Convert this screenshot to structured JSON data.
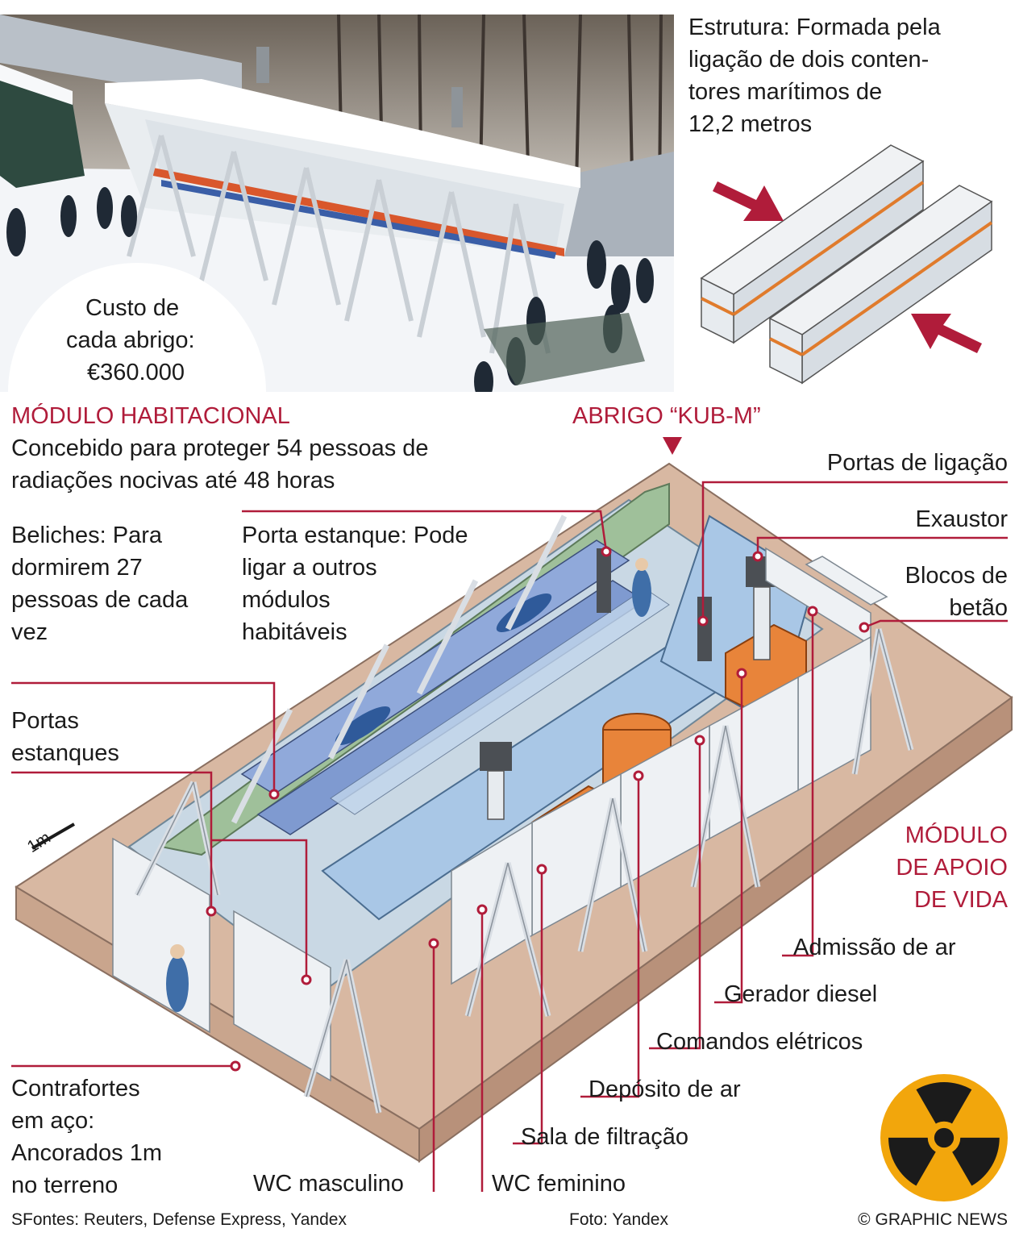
{
  "structure": {
    "lines": [
      "Estrutura: Formada pela",
      "ligação de dois conten-",
      "tores marítimos de",
      "12,2 metros"
    ]
  },
  "cost": {
    "lines": [
      "Custo de",
      "cada abrigo:",
      "€360.000"
    ]
  },
  "module_hab": {
    "title": "MÓDULO HABITACIONAL",
    "lines": [
      "Concebido para proteger 54 pessoas de",
      "radiações nocivas até 48 horas"
    ]
  },
  "shelter_title": "ABRIGO “KUB-M”",
  "bunks": {
    "lines": [
      "Beliches: Para",
      "dormirem 27",
      "pessoas de cada",
      "vez"
    ]
  },
  "watertight_door": {
    "lines": [
      "Porta estanque: Pode",
      "ligar a outros",
      "módulos",
      "habitáveis"
    ]
  },
  "watertight_doors": {
    "lines": [
      "Portas",
      "estanques"
    ]
  },
  "scale": "1m",
  "buttresses": {
    "lines": [
      "Contrafortes",
      "em aço:",
      "Ancorados 1m",
      "no terreno"
    ]
  },
  "right_labels": {
    "connection_doors": "Portas de ligação",
    "exhaust": "Exaustor",
    "concrete_blocks": [
      "Blocos de",
      "betão"
    ]
  },
  "module_support": {
    "lines": [
      "MÓDULO",
      "DE APOIO",
      "DE VIDA"
    ]
  },
  "components": {
    "air_intake": "Admissão de ar",
    "diesel_generator": "Gerador diesel",
    "electrical_controls": "Comandos elétricos",
    "air_tank": "Depósito de ar",
    "filtration_room": "Sala de filtração",
    "wc_male": "WC masculino",
    "wc_female": "WC feminino"
  },
  "footer": {
    "sources": "SFontes: Reuters, Defense Express, Yandex",
    "photo": "Foto: Yandex",
    "credit": "© GRAPHIC NEWS"
  },
  "colors": {
    "accent": "#b01c3a",
    "radiation_yellow": "#f2a60c",
    "ground": "#d8b8a2",
    "wall_blue": "#a9c7e6",
    "wall_green": "#9fc09a",
    "orange": "#e8843a"
  }
}
